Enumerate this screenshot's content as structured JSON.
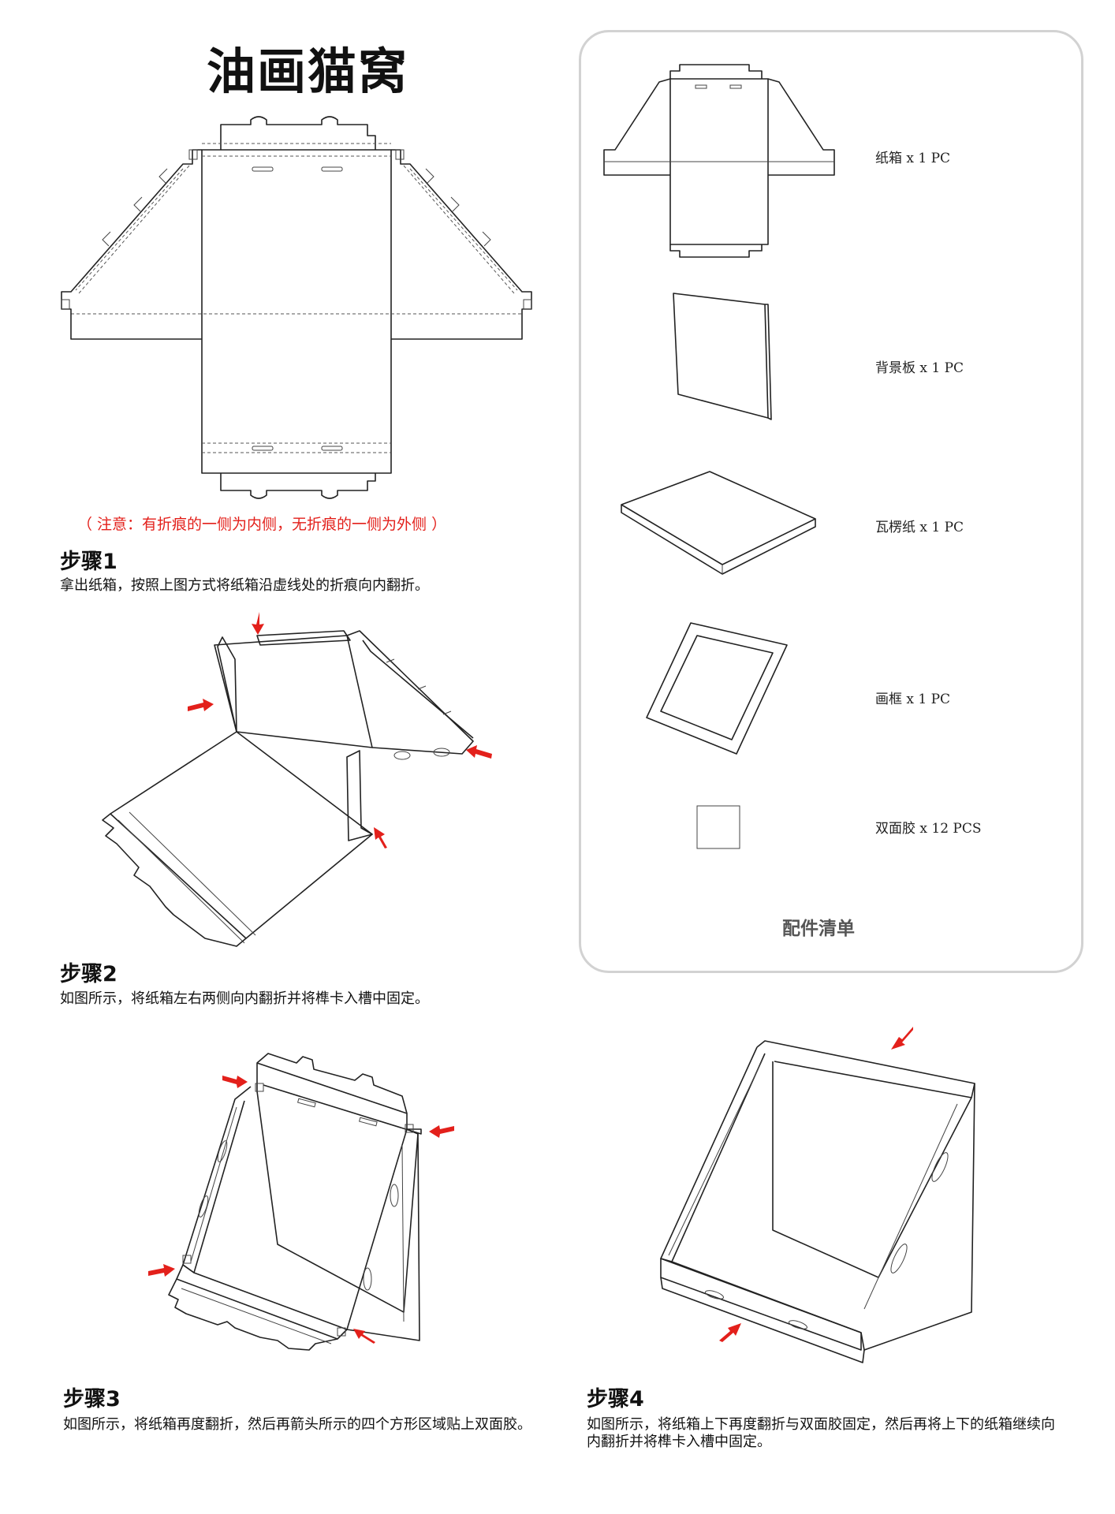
{
  "title": "油画猫窝",
  "note": "（ 注意：有折痕的一侧为内侧，无折痕的一侧为外侧 ）",
  "steps": [
    {
      "heading": "步骤1",
      "text": "拿出纸箱，按照上图方式将纸箱沿虚线处的折痕向内翻折。"
    },
    {
      "heading": "步骤2",
      "text": "如图所示，将纸箱左右两侧向内翻折并将榫卡入槽中固定。"
    },
    {
      "heading": "步骤3",
      "text": "如图所示，将纸箱再度翻折，然后再箭头所示的四个方形区域贴上双面胶。"
    },
    {
      "heading": "步骤4",
      "text": "如图所示，将纸箱上下再度翻折与双面胶固定，然后再将上下的纸箱继续向内翻折并将榫卡入槽中固定。"
    }
  ],
  "parts_panel": {
    "title": "配件清单",
    "items": [
      {
        "label": "纸箱 x 1 PC"
      },
      {
        "label": "背景板 x 1 PC"
      },
      {
        "label": "瓦楞纸 x 1 PC"
      },
      {
        "label": "画框 x 1 PC"
      },
      {
        "label": "双面胶 x 12 PCS"
      }
    ]
  },
  "colors": {
    "accent": "#e3201b",
    "line": "#222222",
    "panel_border": "#d2d2d2"
  }
}
